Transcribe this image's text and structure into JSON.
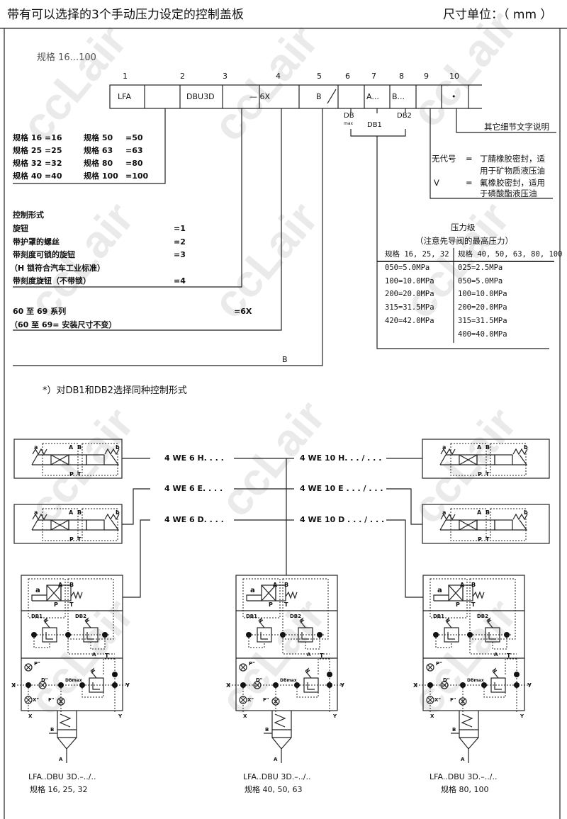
{
  "header": {
    "title": "带有可以选择的3个手动压力设定的控制盖板",
    "unit": "尺寸单位：（ mm ）"
  },
  "size_range": "规格 16...100",
  "code": {
    "positions": [
      "1",
      "2",
      "3",
      "4",
      "5",
      "6",
      "7",
      "8",
      "9",
      "10"
    ],
    "cells": [
      "LFA",
      "",
      "DBU3D",
      "— 6X",
      "B",
      "/",
      "A...",
      "B...",
      "",
      "•"
    ],
    "db_max": "DB",
    "db_max_sub": "max",
    "db1": "DB1",
    "db2": "DB2"
  },
  "sizes": [
    [
      "规格 16 =16",
      "规格 50",
      "=50"
    ],
    [
      "规格 25 =25",
      "规格 63",
      "=63"
    ],
    [
      "规格 32 =32",
      "规格 80",
      "=80"
    ],
    [
      "规格 40 =40",
      "规格 100",
      "=100"
    ]
  ],
  "control": {
    "title": "控制形式",
    "items": [
      {
        "label": "旋钮",
        "code": "=1"
      },
      {
        "label": "带护罩的螺丝",
        "code": "=2"
      },
      {
        "label": "带刻度可锁的旋钮",
        "code": "=3"
      },
      {
        "label": "（H 锁符合汽车工业标准）",
        "code": ""
      },
      {
        "label": "带刻度旋钮（不带锁）",
        "code": "=4"
      }
    ]
  },
  "series": {
    "label": "60 至 69 系列",
    "code": "=6X",
    "note": "（60 至 69= 安装尺寸不变）"
  },
  "position5": "B",
  "other_details": "其它细节文字说明",
  "seals": [
    {
      "code": "无代号",
      "eq": "=",
      "text1": "丁腈橡胶密封，适",
      "text2": "用于矿物质液压油"
    },
    {
      "code": "V",
      "eq": "=",
      "text1": "氟橡胶密封，适用",
      "text2": "于磷酸酯液压油"
    }
  ],
  "pressure": {
    "title": "压力级",
    "subtitle": "（注意先导阀的最高压力）",
    "col1_header": "规格 16, 25, 32",
    "col2_header": "规格 40, 50, 63, 80, 100",
    "col1": [
      "050=5.0MPa",
      "100=10.0MPa",
      "200=20.0MPa",
      "315=31.5MPa",
      "420=42.0MPa"
    ],
    "col2": [
      "025=2.5MPa",
      "050=5.0MPa",
      "100=10.0MPa",
      "200=20.0MPa",
      "315=31.5MPa",
      "400=40.0MPa"
    ]
  },
  "footnote": "*）对DB1和DB2选择同种控制形式",
  "valves_ng6": [
    "4  WE  6  H. . . .",
    "4  WE  6  E. . . .",
    "4  WE  6  D. . . ."
  ],
  "valves_ng10": [
    "4  WE  10  H. . . / . . .",
    "4  WE  10  E  . . . / . . .",
    "4  WE  10  D  . . . / . . ."
  ],
  "valve_symbol_labels": {
    "a": "a",
    "b": "b",
    "A": "A",
    "B": "B",
    "P": "P",
    "T": "T"
  },
  "schematic_labels": {
    "a": "a",
    "A": "A",
    "B": "B",
    "P": "P",
    "T": "T",
    "DB1": "DB1",
    "DB2": "DB2",
    "P_star": "P\"",
    "D_star": "D\"",
    "X_star": "X\"",
    "F_star": "F\"",
    "DBmax": "DBmax",
    "X": "X",
    "Y": "Y",
    "cyl_B": "B",
    "cyl_A": "A"
  },
  "captions": [
    {
      "line1": "LFA..DBU 3D.–../..",
      "line2": "规格 16, 25, 32"
    },
    {
      "line1": "LFA..DBU 3D.–../..",
      "line2": "规格 40, 50, 63"
    },
    {
      "line1": "LFA..DBU 3D.–../..",
      "line2": "规格 80, 100"
    }
  ],
  "watermark": "ccLair"
}
